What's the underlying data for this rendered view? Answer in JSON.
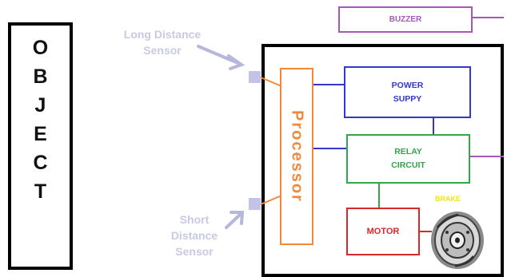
{
  "object": {
    "letters": [
      "O",
      "B",
      "J",
      "E",
      "C",
      "T"
    ]
  },
  "sensors": {
    "long_label_line1": "Long Distance",
    "long_label_line2": "Sensor",
    "short_label_line1": "Short",
    "short_label_line2": "Distance",
    "short_label_line3": "Sensor"
  },
  "blocks": {
    "buzzer": "BUZZER",
    "processor": "Processor",
    "power_line1": "POWER",
    "power_line2": "SUPPY",
    "relay_line1": "RELAY",
    "relay_line2": "CIRCUIT",
    "motor": "MOTOR",
    "brake": "BRAKE"
  },
  "colors": {
    "buzzer": "#a45ab5",
    "processor": "#ef8a3d",
    "power": "#3636c9",
    "relay": "#32a64a",
    "motor": "#d62a2a",
    "brake_label": "#f2e21a",
    "sensor": "#c3c3e8",
    "sensor_text": "#c9c9e3"
  }
}
